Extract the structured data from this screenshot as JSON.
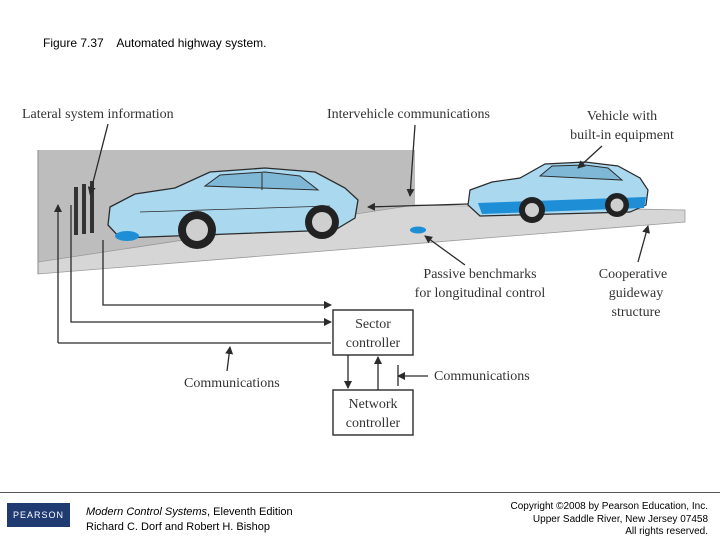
{
  "caption": {
    "figure_number": "Figure 7.37",
    "title": "Automated highway system."
  },
  "labels": {
    "lateral": "Lateral system information",
    "intervehicle": "Intervehicle communications",
    "vehicle_line1": "Vehicle with",
    "vehicle_line2": "built-in equipment",
    "passive_line1": "Passive benchmarks",
    "passive_line2": "for longitudinal control",
    "coop_line1": "Cooperative",
    "coop_line2": "guideway",
    "coop_line3": "structure",
    "sector_line1": "Sector",
    "sector_line2": "controller",
    "network_line1": "Network",
    "network_line2": "controller",
    "comm_left": "Communications",
    "comm_right": "Communications"
  },
  "colors": {
    "car_body": "#a9d8ef",
    "car_accent": "#1e8ed6",
    "wall": "#bfbfbf",
    "road": "#d9d9d9",
    "line": "#2b2b2b"
  },
  "footer": {
    "logo": "PEARSON",
    "book_title": "Modern Control Systems",
    "book_edition": ", Eleventh Edition",
    "authors": "Richard C. Dorf and Robert H. Bishop",
    "copyright": "Copyright ©2008 by Pearson Education, Inc.",
    "address": "Upper Saddle River, New Jersey 07458",
    "rights": "All rights reserved."
  }
}
